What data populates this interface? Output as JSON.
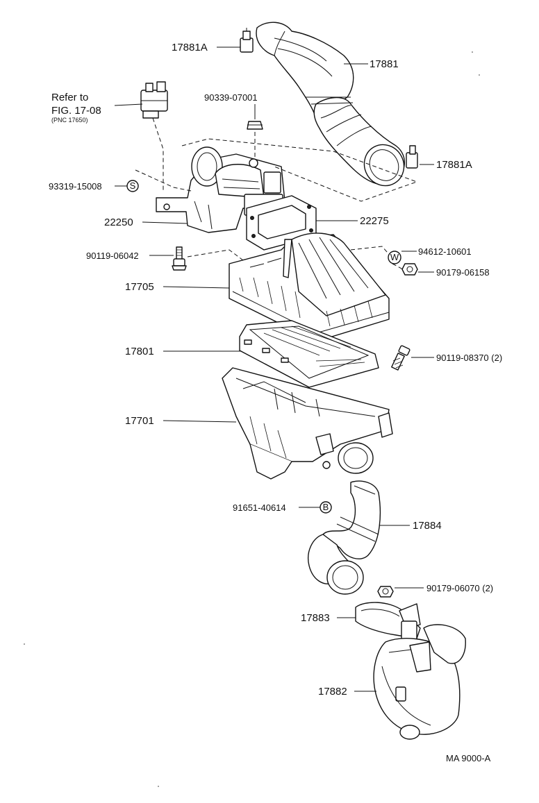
{
  "reference": {
    "line1": "Refer to",
    "line2": "FIG. 17-08",
    "line3": "(PNC 17650)"
  },
  "labels": {
    "p17881A_top": "17881A",
    "p17881": "17881",
    "p90339": "90339-07001",
    "p17881A_right": "17881A",
    "p93319": "93319-15008",
    "p22250": "22250",
    "p22275": "22275",
    "p90119_06042": "90119-06042",
    "p94612": "94612-10601",
    "p90179_06158": "90179-06158",
    "p17705": "17705",
    "p17801": "17801",
    "p90119_08370": "90119-08370 (2)",
    "p17701": "17701",
    "p91651": "91651-40614",
    "p17884": "17884",
    "p90179_06070": "90179-06070 (2)",
    "p17883": "17883",
    "p17882": "17882"
  },
  "symbols": {
    "s": "S",
    "w": "W",
    "b": "B"
  },
  "footer": {
    "code": "MA  9000-A"
  }
}
